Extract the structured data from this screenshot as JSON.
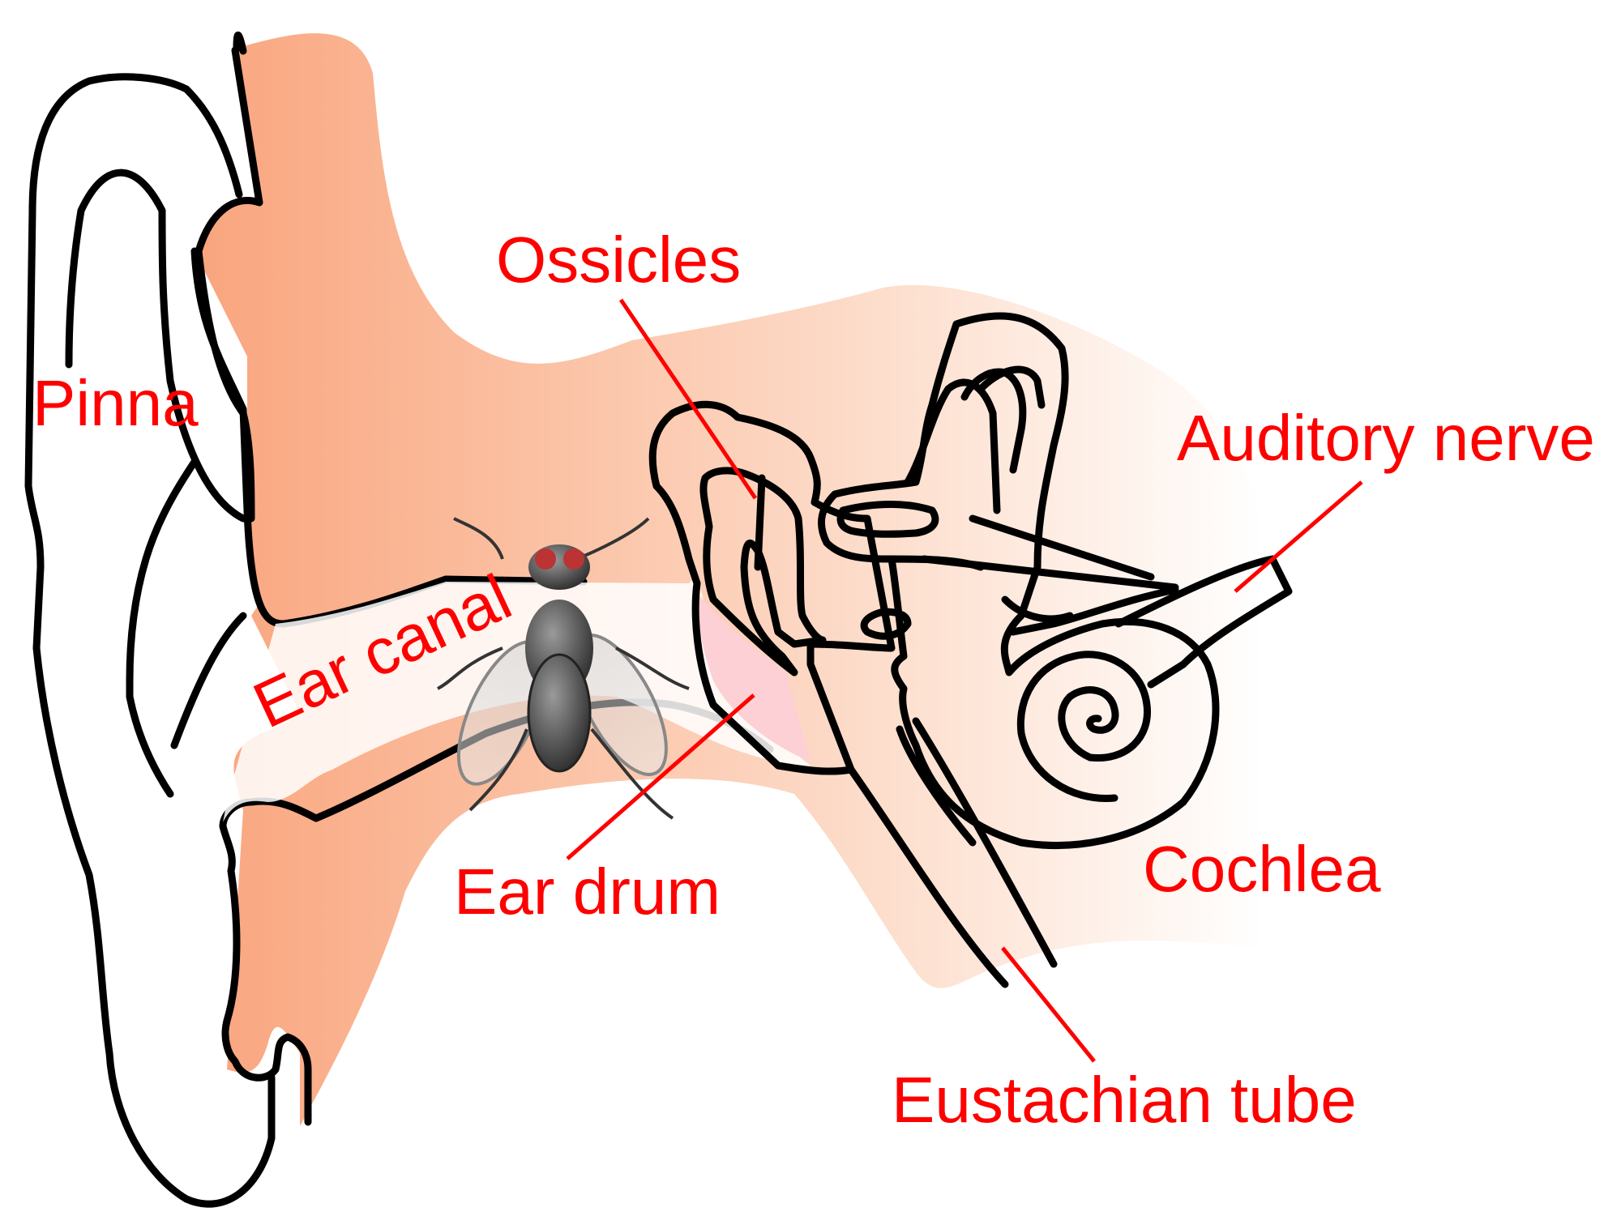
{
  "colors": {
    "label": "#ff0000",
    "skin": "#f9a57e",
    "skin_light": "#fde2d2",
    "inner_ear": "#cc99ff",
    "ossicles": "#d1d1d7",
    "eardrum": "#fcd0d4",
    "outline": "#000000"
  },
  "labels": {
    "pinna": "Pinna",
    "ear_canal": "Ear canal",
    "ossicles": "Ossicles",
    "auditory_nerve": "Auditory nerve",
    "ear_drum": "Ear drum",
    "cochlea": "Cochlea",
    "eustachian_tube": "Eustachian tube"
  },
  "icons": {
    "fly": "fly-icon"
  }
}
